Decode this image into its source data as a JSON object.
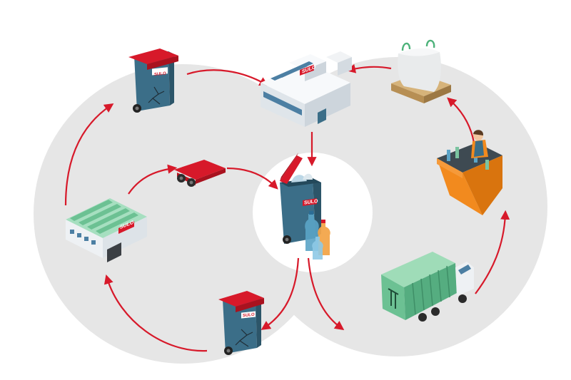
{
  "brand": {
    "label": "SULO",
    "color": "#d7192a"
  },
  "colors": {
    "background": "#ffffff",
    "loop": "#e6e6e6",
    "hub": "#ffffff",
    "arrow": "#d7192a",
    "bin_body": "#3b6e88",
    "bin_lid": "#d7192a",
    "green": "#7fcfa0",
    "orange": "#f28a1e",
    "building": "#eef1f4"
  },
  "nodes": [
    {
      "id": "cracked-bin-top",
      "icon": "cracked-bin-icon"
    },
    {
      "id": "recycling-plant",
      "icon": "factory-icon"
    },
    {
      "id": "bulk-bag",
      "icon": "bulk-bag-icon"
    },
    {
      "id": "sorting-station",
      "icon": "sorting-worker-icon"
    },
    {
      "id": "collection-truck",
      "icon": "garbage-truck-icon"
    },
    {
      "id": "cracked-bin-bottom",
      "icon": "cracked-bin-icon"
    },
    {
      "id": "production-factory",
      "icon": "factory-icon"
    },
    {
      "id": "lid-parts",
      "icon": "bin-lid-icon"
    },
    {
      "id": "center-bin-bottles",
      "icon": "bin-with-bottles-icon"
    }
  ]
}
